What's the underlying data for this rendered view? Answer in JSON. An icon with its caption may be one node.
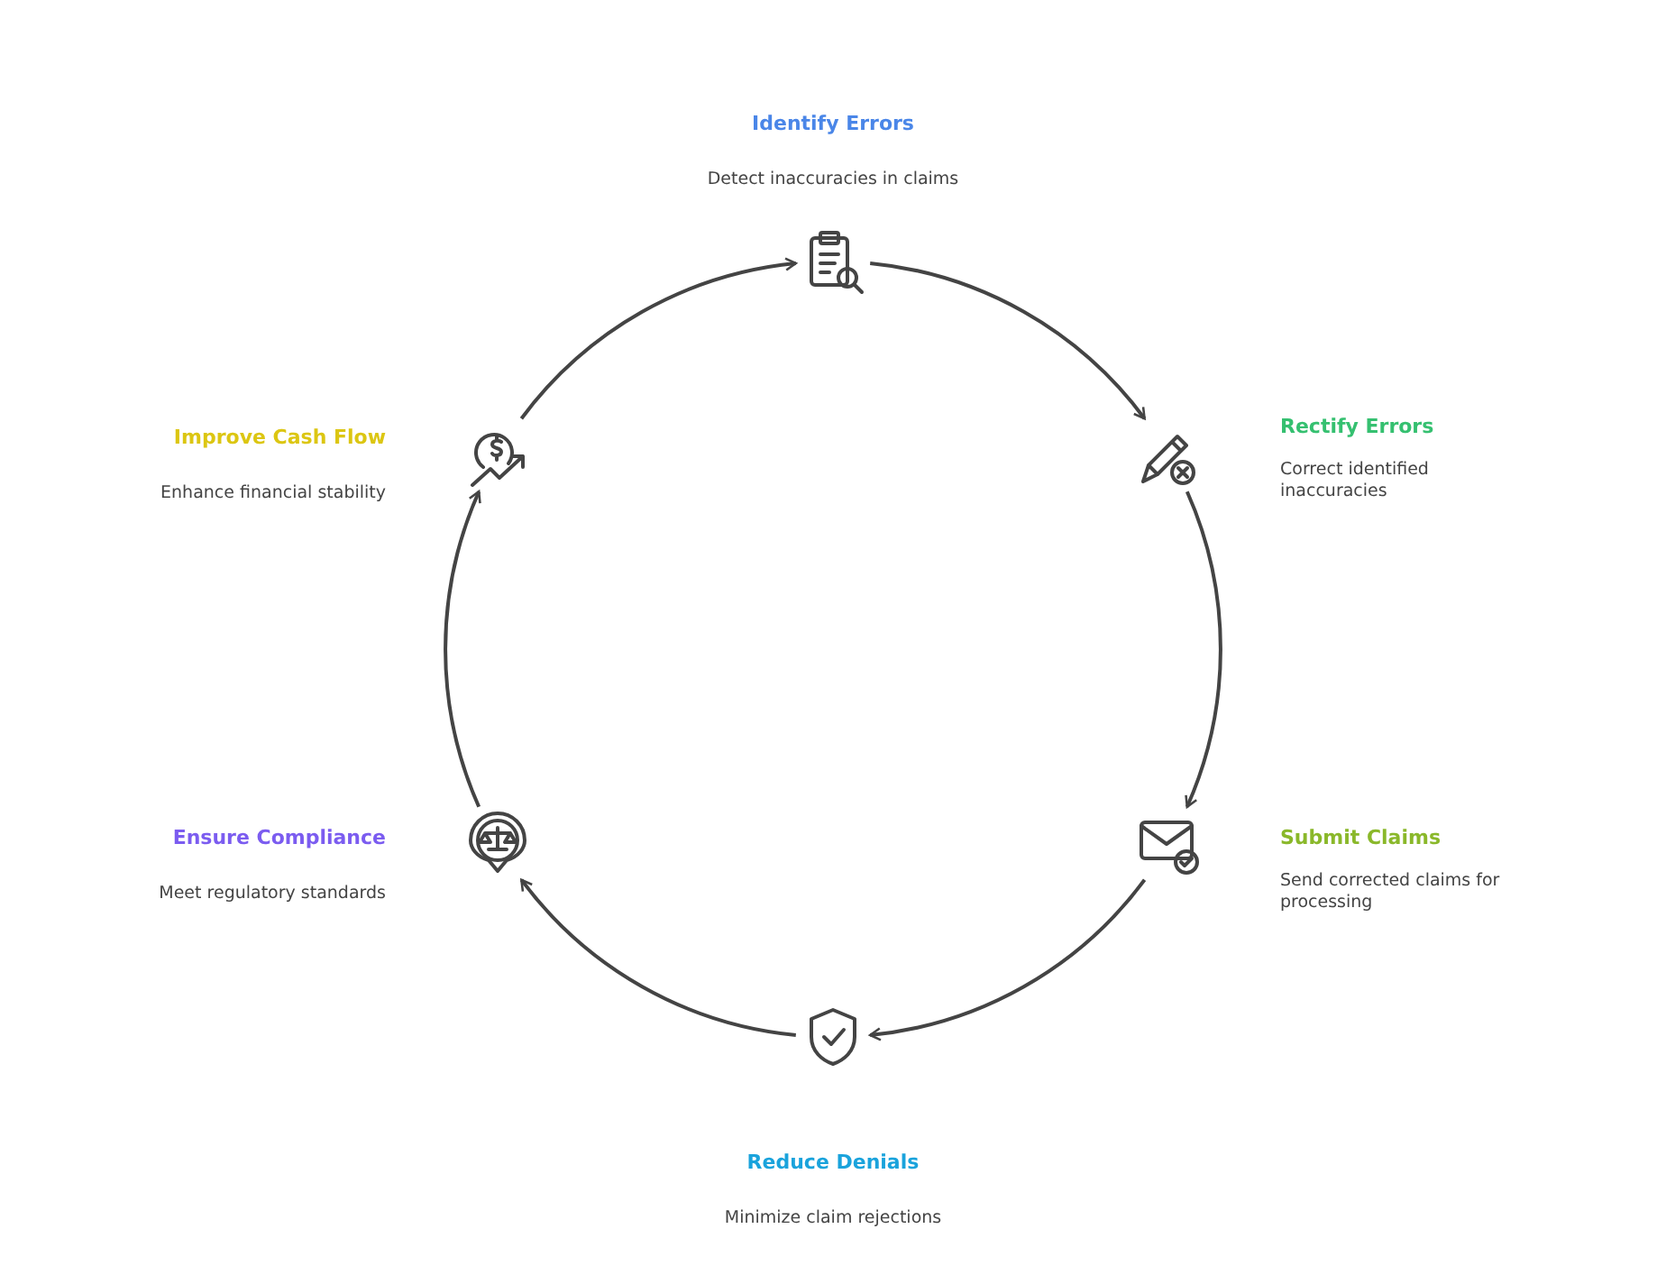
{
  "diagram": {
    "nodes": [
      {
        "text": [],
        "shape": "picture",
        "beside": [
          "Identify Errors",
          "Detect inaccuracies in claims"
        ]
      },
      {
        "text": [],
        "shape": "picture",
        "beside": [
          "Rectify Errors",
          "Correct identified inaccuracies"
        ]
      },
      {
        "text": [],
        "shape": "picture",
        "beside": [
          "Submit Claims",
          "Send corrected claims for processing"
        ]
      },
      {
        "text": [],
        "shape": "picture",
        "beside": [
          "Reduce Denials",
          "Minimize claim rejections"
        ]
      },
      {
        "text": [],
        "shape": "picture",
        "beside": [
          "Ensure Compliance",
          "Meet regulatory standards"
        ]
      },
      {
        "text": [],
        "shape": "picture",
        "beside": [
          "Improve Cash Flow",
          "Enhance financial stability"
        ]
      }
    ],
    "edges": [
      {
        "from": 0,
        "to": 1,
        "arrow": "to"
      },
      {
        "from": 1,
        "to": 2,
        "arrow": "to"
      },
      {
        "from": 2,
        "to": 3,
        "arrow": "to"
      },
      {
        "from": 3,
        "to": 4,
        "arrow": "to"
      },
      {
        "from": 4,
        "to": 5,
        "arrow": "to"
      },
      {
        "from": 5,
        "to": 0,
        "arrow": "to"
      }
    ]
  }
}
